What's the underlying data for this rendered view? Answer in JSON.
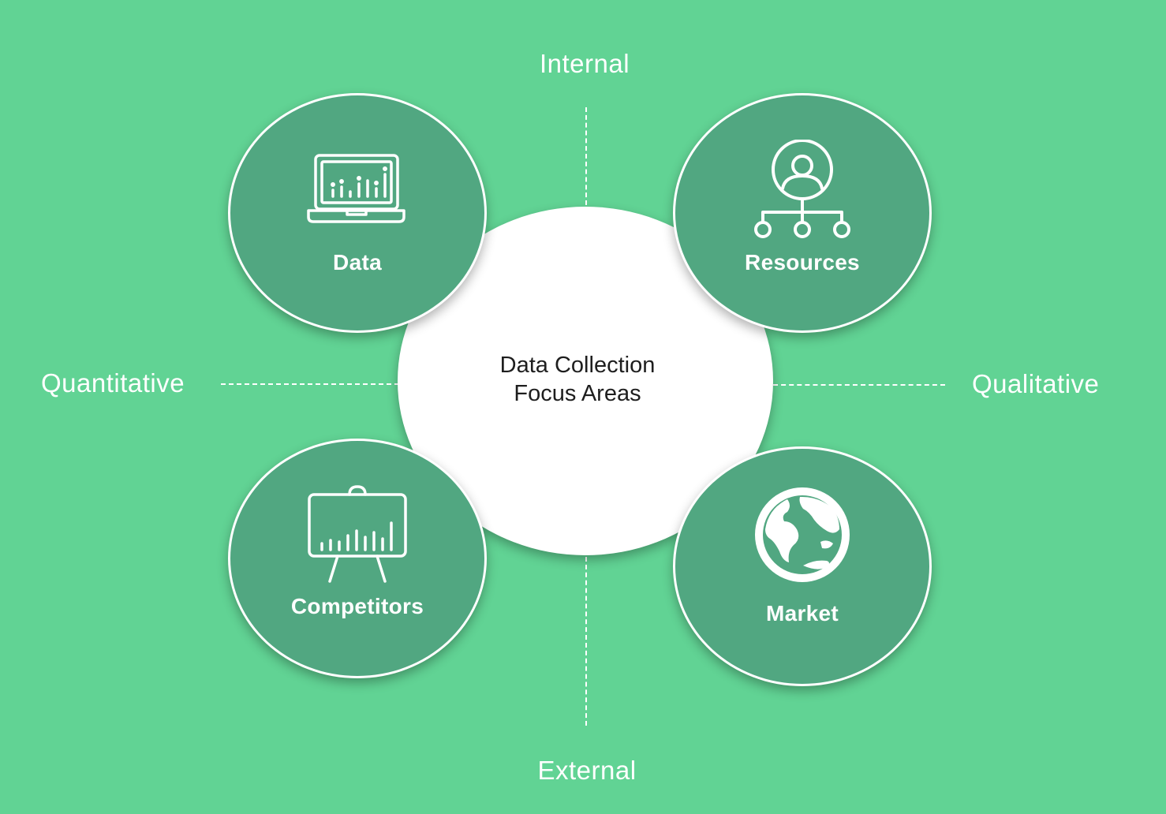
{
  "diagram": {
    "center": {
      "text": "Data Collection\nFocus Areas"
    },
    "axes": {
      "top": "Internal",
      "bottom": "External",
      "left": "Quantitative",
      "right": "Qualitative"
    },
    "nodes": [
      {
        "label": "Data",
        "icon": "laptop-chart-icon"
      },
      {
        "label": "Resources",
        "icon": "user-hierarchy-icon"
      },
      {
        "label": "Competitors",
        "icon": "presentation-board-icon"
      },
      {
        "label": "Market",
        "icon": "globe-icon"
      }
    ]
  },
  "colors": {
    "background": "#61d394",
    "node_fill": "#51a781",
    "center_fill": "#ffffff",
    "lines": "#ffffff"
  }
}
